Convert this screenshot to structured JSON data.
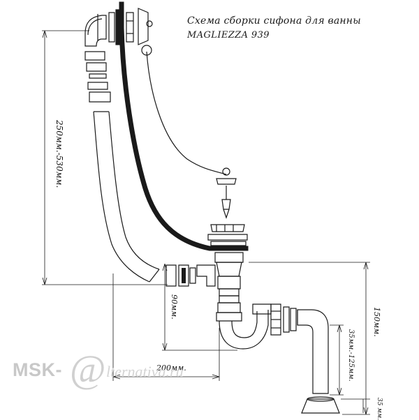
{
  "title": {
    "line1": "Схема сборки сифона для ванны",
    "line2": "MAGLIEZZA 939"
  },
  "dimensions": {
    "overflow_height": "250мм.-530мм.",
    "outlet_drop": "90мм.",
    "drain_to_outlet": "200мм.",
    "total_height": "150мм.",
    "elbow_range": "35мм.-125мм.",
    "base_height": "35 мм."
  },
  "watermark": {
    "prefix": "MSK-",
    "symbol": "@",
    "rest": "lternativa.ru"
  },
  "colors": {
    "line": "#1a1a1a",
    "watermark": "#c8c8c8"
  }
}
